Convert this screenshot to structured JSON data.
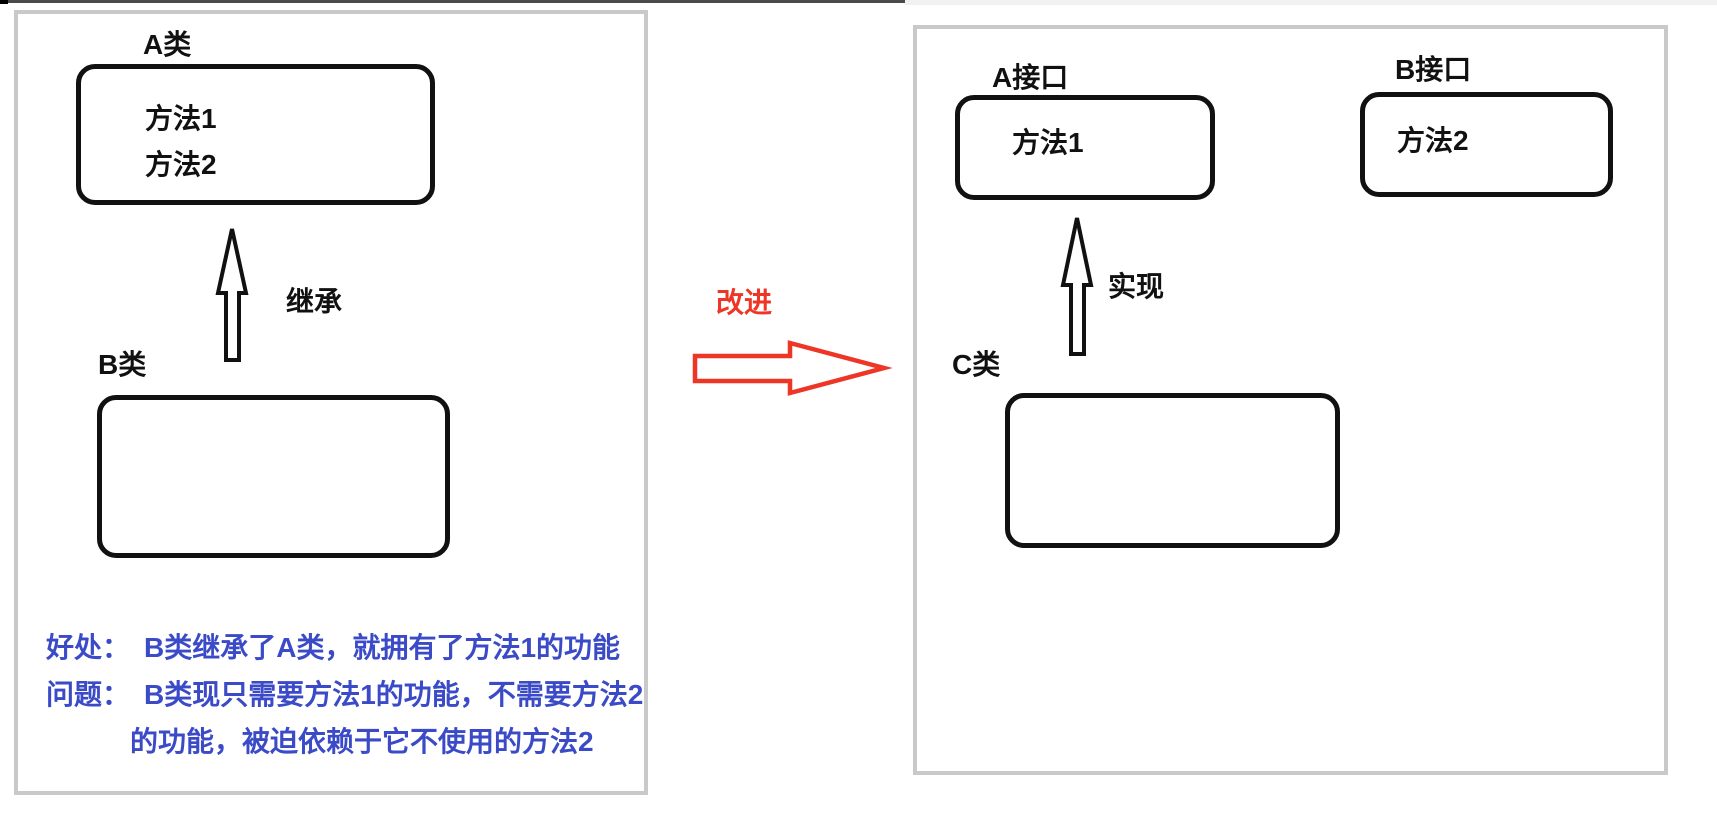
{
  "left_panel": {
    "class_a": {
      "title": "A类",
      "method1": "方法1",
      "method2": "方法2"
    },
    "arrow_label": "继承",
    "class_b": {
      "title": "B类"
    },
    "notes": {
      "line1": "好处：　B类继承了A类，就拥有了方法1的功能",
      "line2": "问题：　B类现只需要方法1的功能，不需要方法2",
      "line3": "的功能，被迫依赖于它不使用的方法2"
    }
  },
  "transition": {
    "label": "改进"
  },
  "right_panel": {
    "interface_a": {
      "title": "A接口",
      "method": "方法1"
    },
    "interface_b": {
      "title": "B接口",
      "method": "方法2"
    },
    "arrow_label": "实现",
    "class_c": {
      "title": "C类"
    }
  },
  "colors": {
    "note_blue": "#3b4bc8",
    "accent_red": "#ee3626",
    "panel_border": "#c9c9c9",
    "shape_border": "#111111"
  }
}
